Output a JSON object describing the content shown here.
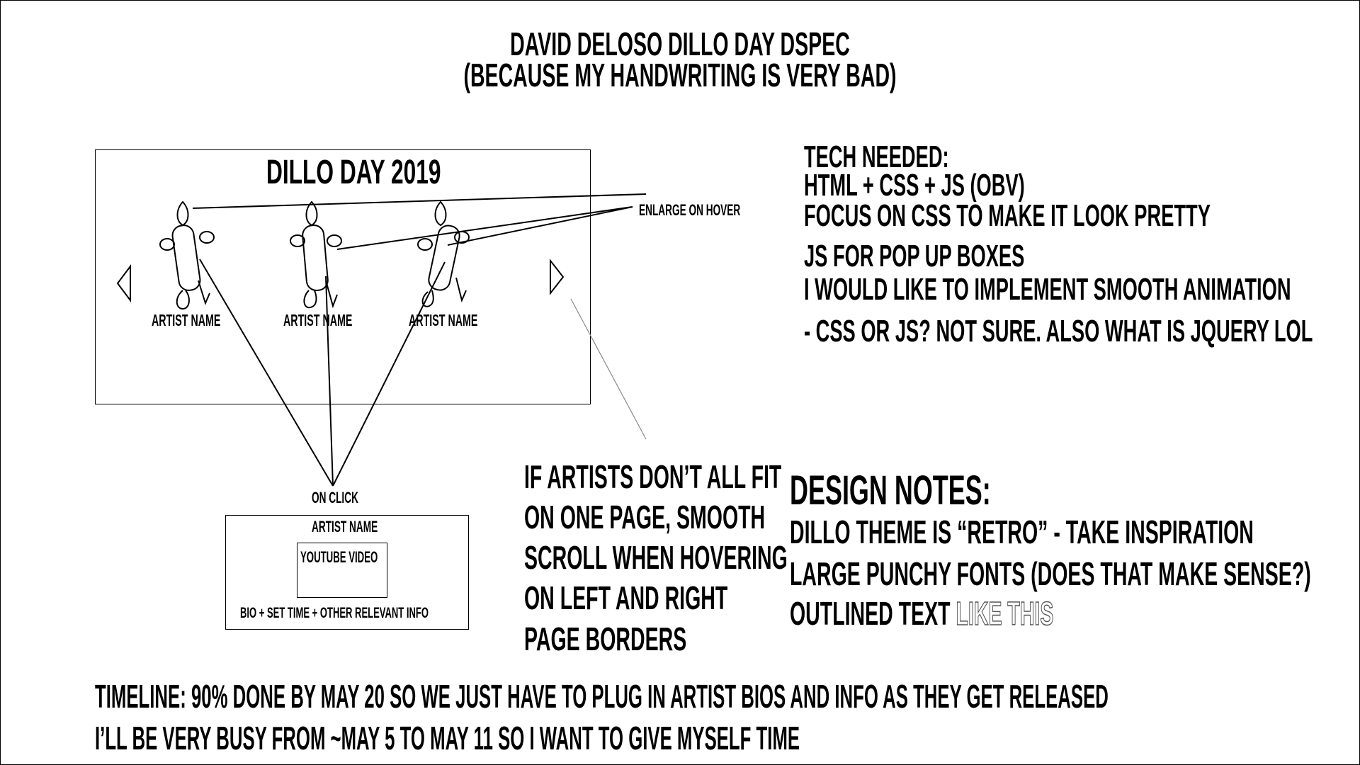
{
  "title": {
    "line1": "David Deloso Dillo Day DSpec",
    "line2": "(Because my handwriting is very bad)"
  },
  "mockup": {
    "heading": "Dillo Day 2019",
    "artists": [
      "Artist Name",
      "Artist Name",
      "Artist Name"
    ],
    "prev_arrow": "left-arrow-icon",
    "next_arrow": "right-arrow-icon",
    "hover_label": "Enlarge on hover",
    "click_label": "On click"
  },
  "popup": {
    "artist": "Artist Name",
    "video": "YouTube Video",
    "info": "Bio + set time + other relevant info"
  },
  "tech": {
    "lines": [
      "Tech needed:",
      "HTML + CSS + JS (obv)",
      "Focus on CSS to make it look pretty",
      "JS for pop up boxes",
      "I would like to implement smooth animation",
      "- CSS or JS? not sure. also what is jquery lol"
    ]
  },
  "scroll_note": {
    "lines": [
      "If artists don’t all fit",
      "on one page, smooth",
      "scroll when hovering",
      "on left and right",
      "page borders"
    ]
  },
  "design": {
    "heading": "Design Notes:",
    "line1": "Dillo theme is “retro” - take inspiration",
    "line2": "Large punchy fonts (does that make sense?)",
    "line3_prefix": "Outlined text",
    "line3_outlined": "like this"
  },
  "timeline": {
    "line1": "Timeline: 90% done by May 20 so we just have to plug in artist bios and info as they get released",
    "line2": "I’ll be very busy from ~May 5 to May 11 so I want to give myself time"
  },
  "colors": {
    "ink": "#000000",
    "background": "#ffffff",
    "outline_gray": "#555555"
  }
}
